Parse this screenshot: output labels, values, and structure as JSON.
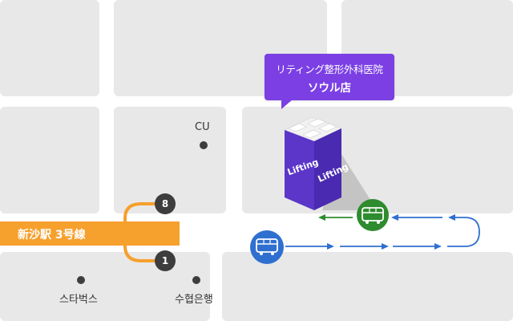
{
  "clinic": {
    "name_line1": "リティング整形外科医院",
    "name_line2": "ソウル店",
    "logo_text": "Lifting"
  },
  "station": {
    "name": "新沙駅 3号線",
    "exit_top": "8",
    "exit_bottom": "1"
  },
  "landmarks": {
    "cu": "CU",
    "starbucks": "스타벅스",
    "suhyup": "수협은행"
  },
  "colors": {
    "road": "#ffffff",
    "block": "#e8e8e8",
    "callout": "#7b3fe4",
    "building": "#5b36c9",
    "station_bar": "#f6a02d",
    "bus_blue": "#2f6fd0",
    "bus_green": "#2e8b2e",
    "route_blue": "#2f6fd0",
    "route_green": "#2e8b2e",
    "exit_badge": "#3d3d3d"
  },
  "icons": {
    "bus": "bus-icon",
    "landmark": "dot-marker-icon"
  }
}
